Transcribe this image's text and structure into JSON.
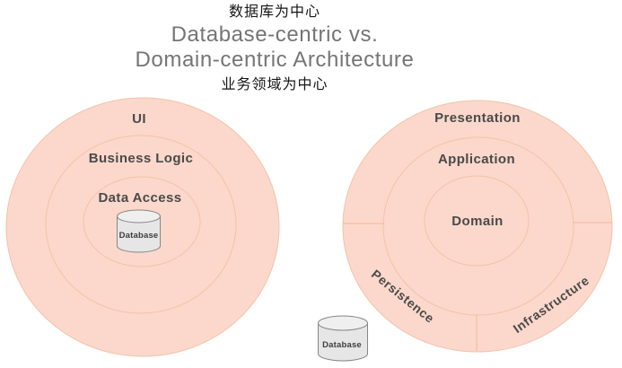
{
  "header": {
    "subtitle_top": "数据库为中心",
    "title_line1": "Database-centric vs.",
    "title_line2": "Domain-centric Architecture",
    "subtitle_bottom": "业务领域为中心"
  },
  "left_diagram": {
    "layers": {
      "outer": "UI",
      "middle": "Business Logic",
      "inner": "Data Access"
    },
    "database_label": "Database"
  },
  "right_diagram": {
    "layers": {
      "outer": "Presentation",
      "middle": "Application",
      "inner": "Domain"
    },
    "sectors": {
      "bottom_left": "Persistence",
      "bottom_right": "Infrastructure"
    },
    "database_label": "Database"
  },
  "colors": {
    "ring_fill": "#fbd8cb",
    "ring_stroke": "#f4c2a8",
    "title_gray": "#757575",
    "subtitle_dark": "#151515",
    "label_dark": "#4a4a4a",
    "database_fill": "#e6e6e6",
    "database_stroke": "#878787"
  }
}
